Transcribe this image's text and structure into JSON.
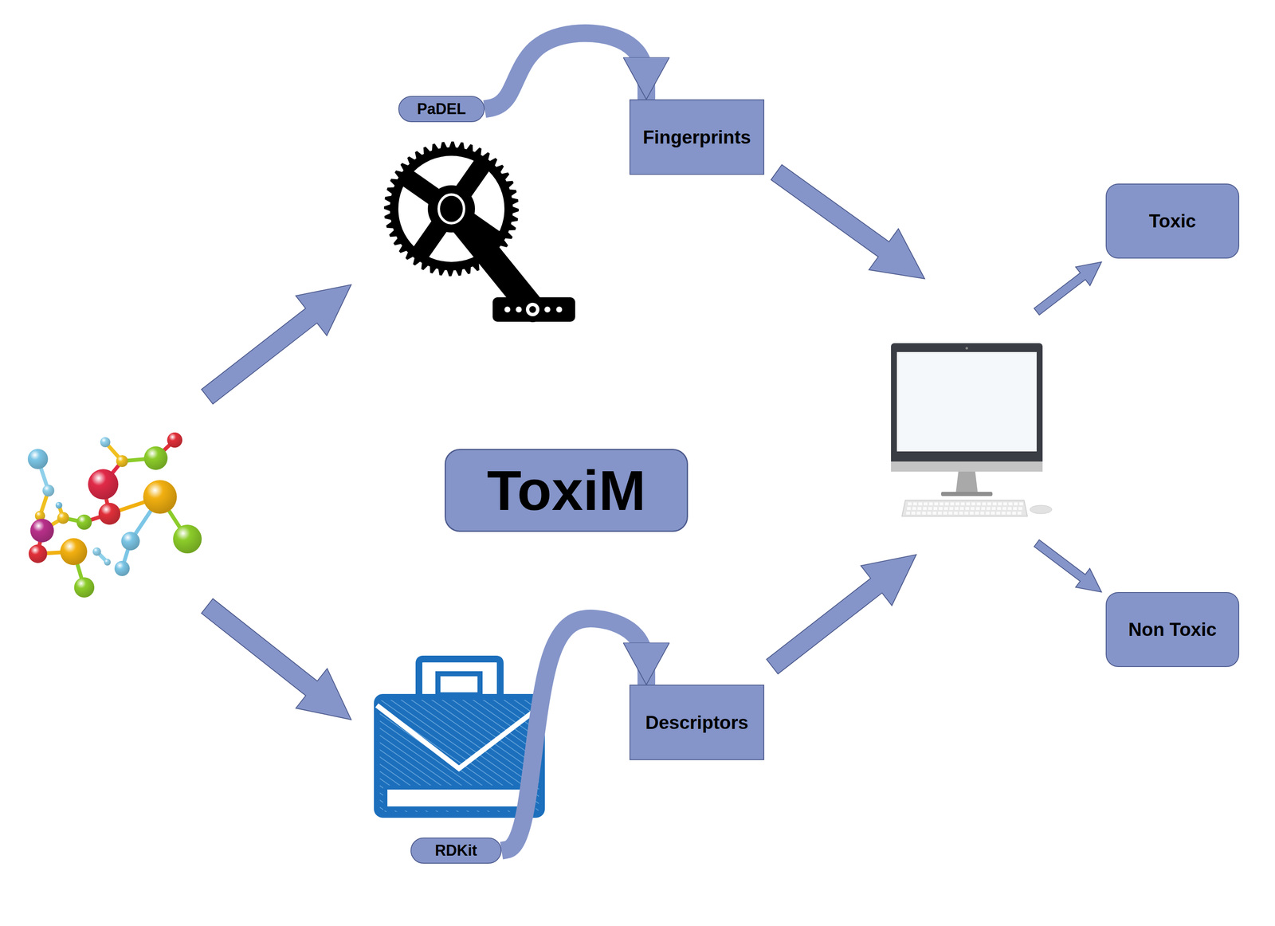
{
  "diagram": {
    "nodes": [
      {
        "text": [
          "PaDEL"
        ]
      },
      {
        "text": [
          "Fingerprints"
        ]
      },
      {
        "text": [
          "Toxic"
        ]
      },
      {
        "text": [
          "ToxiM"
        ]
      },
      {
        "text": [
          "Descriptors"
        ]
      },
      {
        "text": [
          "Non Toxic"
        ]
      },
      {
        "text": [
          "RDKit"
        ]
      }
    ],
    "edges": [
      {
        "from": 0,
        "to": 1,
        "arrow": "to"
      },
      {
        "from": 6,
        "to": 4,
        "arrow": "to"
      }
    ]
  }
}
